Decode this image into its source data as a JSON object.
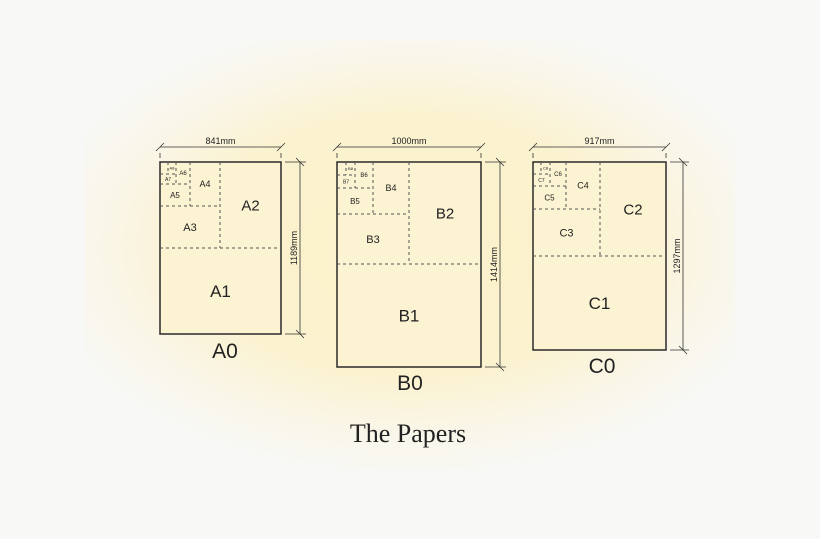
{
  "title": "The Papers",
  "series": {
    "A": {
      "name": "A0",
      "width": "841mm",
      "height": "1189mm",
      "labels": [
        "A1",
        "A2",
        "A3",
        "A4",
        "A5",
        "A6",
        "A7",
        "A8"
      ]
    },
    "B": {
      "name": "B0",
      "width": "1000mm",
      "height": "1414mm",
      "labels": [
        "B1",
        "B2",
        "B3",
        "B4",
        "B5",
        "B6",
        "B7",
        "B8"
      ]
    },
    "C": {
      "name": "C0",
      "width": "917mm",
      "height": "1297mm",
      "labels": [
        "C1",
        "C2",
        "C3",
        "C4",
        "C5",
        "C6",
        "C7",
        "C8"
      ]
    }
  }
}
